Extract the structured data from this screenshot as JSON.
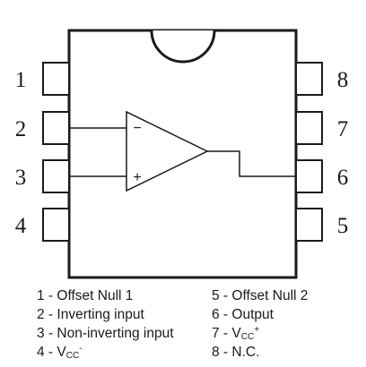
{
  "pins_left": [
    {
      "number": "1"
    },
    {
      "number": "2"
    },
    {
      "number": "3"
    },
    {
      "number": "4"
    }
  ],
  "pins_right": [
    {
      "number": "8"
    },
    {
      "number": "7"
    },
    {
      "number": "6"
    },
    {
      "number": "5"
    }
  ],
  "opamp": {
    "minus": "−",
    "plus": "+"
  },
  "legend_left": [
    {
      "text": "1 - Offset Null 1"
    },
    {
      "text": "2 - Inverting input"
    },
    {
      "text": "3 - Non-inverting input"
    },
    {
      "prefix": "4 - V",
      "sub": "CC",
      "sup": "-"
    }
  ],
  "legend_right": [
    {
      "text": "5 - Offset Null 2"
    },
    {
      "text": "6 - Output"
    },
    {
      "prefix": "7 - V",
      "sub": "CC",
      "sup": "+"
    },
    {
      "text": "8 - N.C."
    }
  ]
}
